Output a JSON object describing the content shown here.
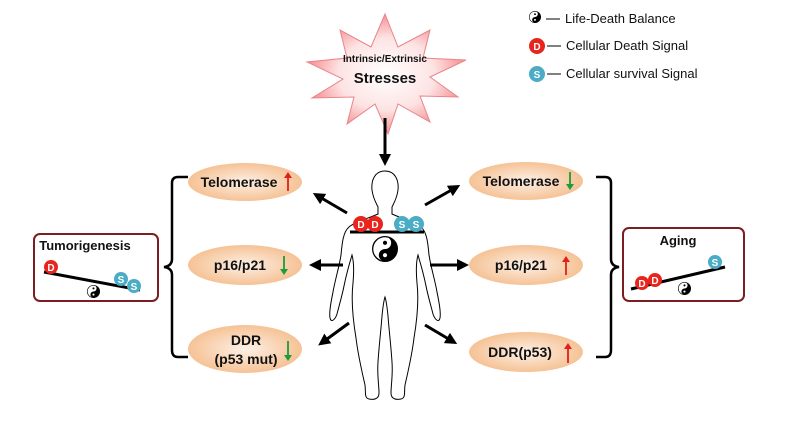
{
  "legend": {
    "balance_label": "Life-Death Balance",
    "death_label": "Cellular Death Signal",
    "survival_label": "Cellular survival Signal",
    "death_symbol": "D",
    "survival_symbol": "S"
  },
  "stress": {
    "line1": "Intrinsic/Extrinsic",
    "line2": "Stresses"
  },
  "left": {
    "outcome": "Tumorigenesis",
    "markers": [
      {
        "line1": "Telomerase",
        "line2": "",
        "direction": "up"
      },
      {
        "line1": "p16/p21",
        "line2": "",
        "direction": "down"
      },
      {
        "line1": "DDR",
        "line2": "(p53 mut)",
        "direction": "down"
      }
    ]
  },
  "right": {
    "outcome": "Aging",
    "markers": [
      {
        "line1": "Telomerase",
        "line2": "",
        "direction": "down"
      },
      {
        "line1": "p16/p21",
        "line2": "",
        "direction": "up"
      },
      {
        "line1": "DDR(p53)",
        "line2": "",
        "direction": "up"
      }
    ]
  },
  "colors": {
    "death": "#e8251d",
    "survival": "#4bacc6",
    "up_arrow": "#e0201a",
    "down_arrow": "#1e9b3a",
    "box_border": "#7a1e22",
    "pill_light": "#fdf0e6",
    "pill_dark": "#f4b985"
  },
  "icons": [
    "yin-yang-icon",
    "death-signal-icon",
    "survival-signal-icon",
    "human-body-icon",
    "starburst-icon"
  ]
}
